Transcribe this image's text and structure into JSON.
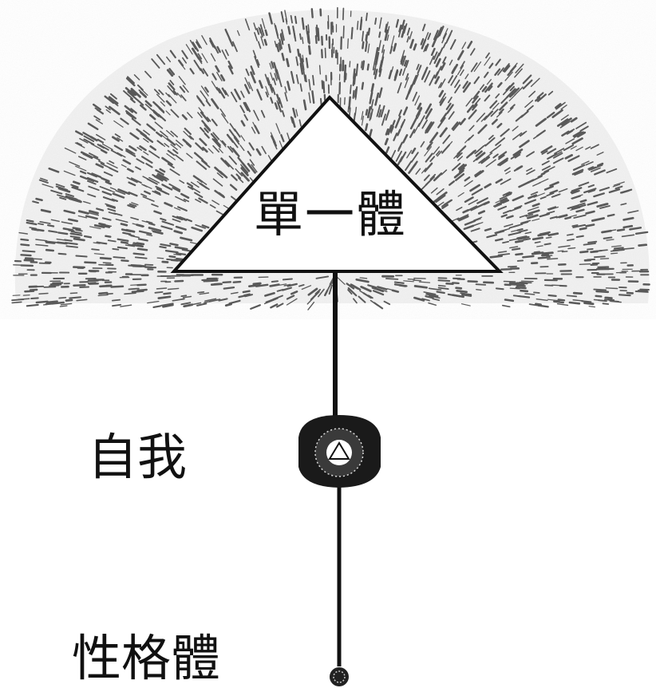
{
  "labels": {
    "monad": "單一體",
    "ego": "自我",
    "personality": "性格體"
  },
  "colors": {
    "ink": "#111111",
    "halo": "#555555",
    "background": "#ffffff"
  }
}
